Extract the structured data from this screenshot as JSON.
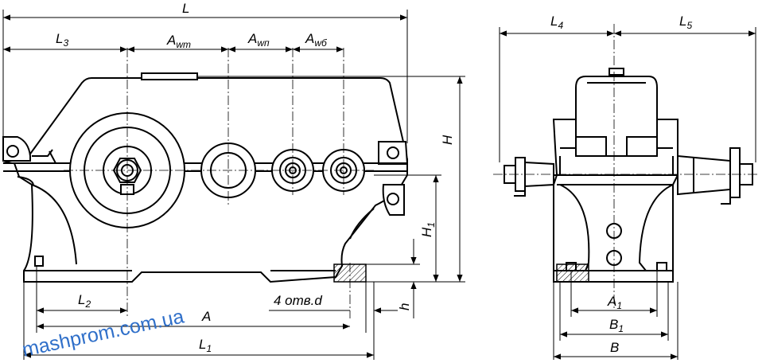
{
  "labels": {
    "L": "L",
    "L3": "L",
    "L3_sub": "3",
    "Awt": "A",
    "Awt_sub": "wт",
    "Awp": "A",
    "Awp_sub": "wп",
    "Awb": "A",
    "Awb_sub": "wб",
    "H": "H",
    "H1": "H",
    "H1_sub": "1",
    "h": "h",
    "L2": "L",
    "L2_sub": "2",
    "A": "A",
    "L1": "L",
    "L1_sub": "1",
    "holes": "4 отв.d",
    "L4": "L",
    "L4_sub": "4",
    "L5": "L",
    "L5_sub": "5",
    "A1": "A",
    "A1_sub": "1",
    "B1": "B",
    "B1_sub": "1",
    "B": "B"
  },
  "watermark": "mashprom.com.ua",
  "colors": {
    "line": "#000000",
    "watermark": "#2f6fc9"
  }
}
